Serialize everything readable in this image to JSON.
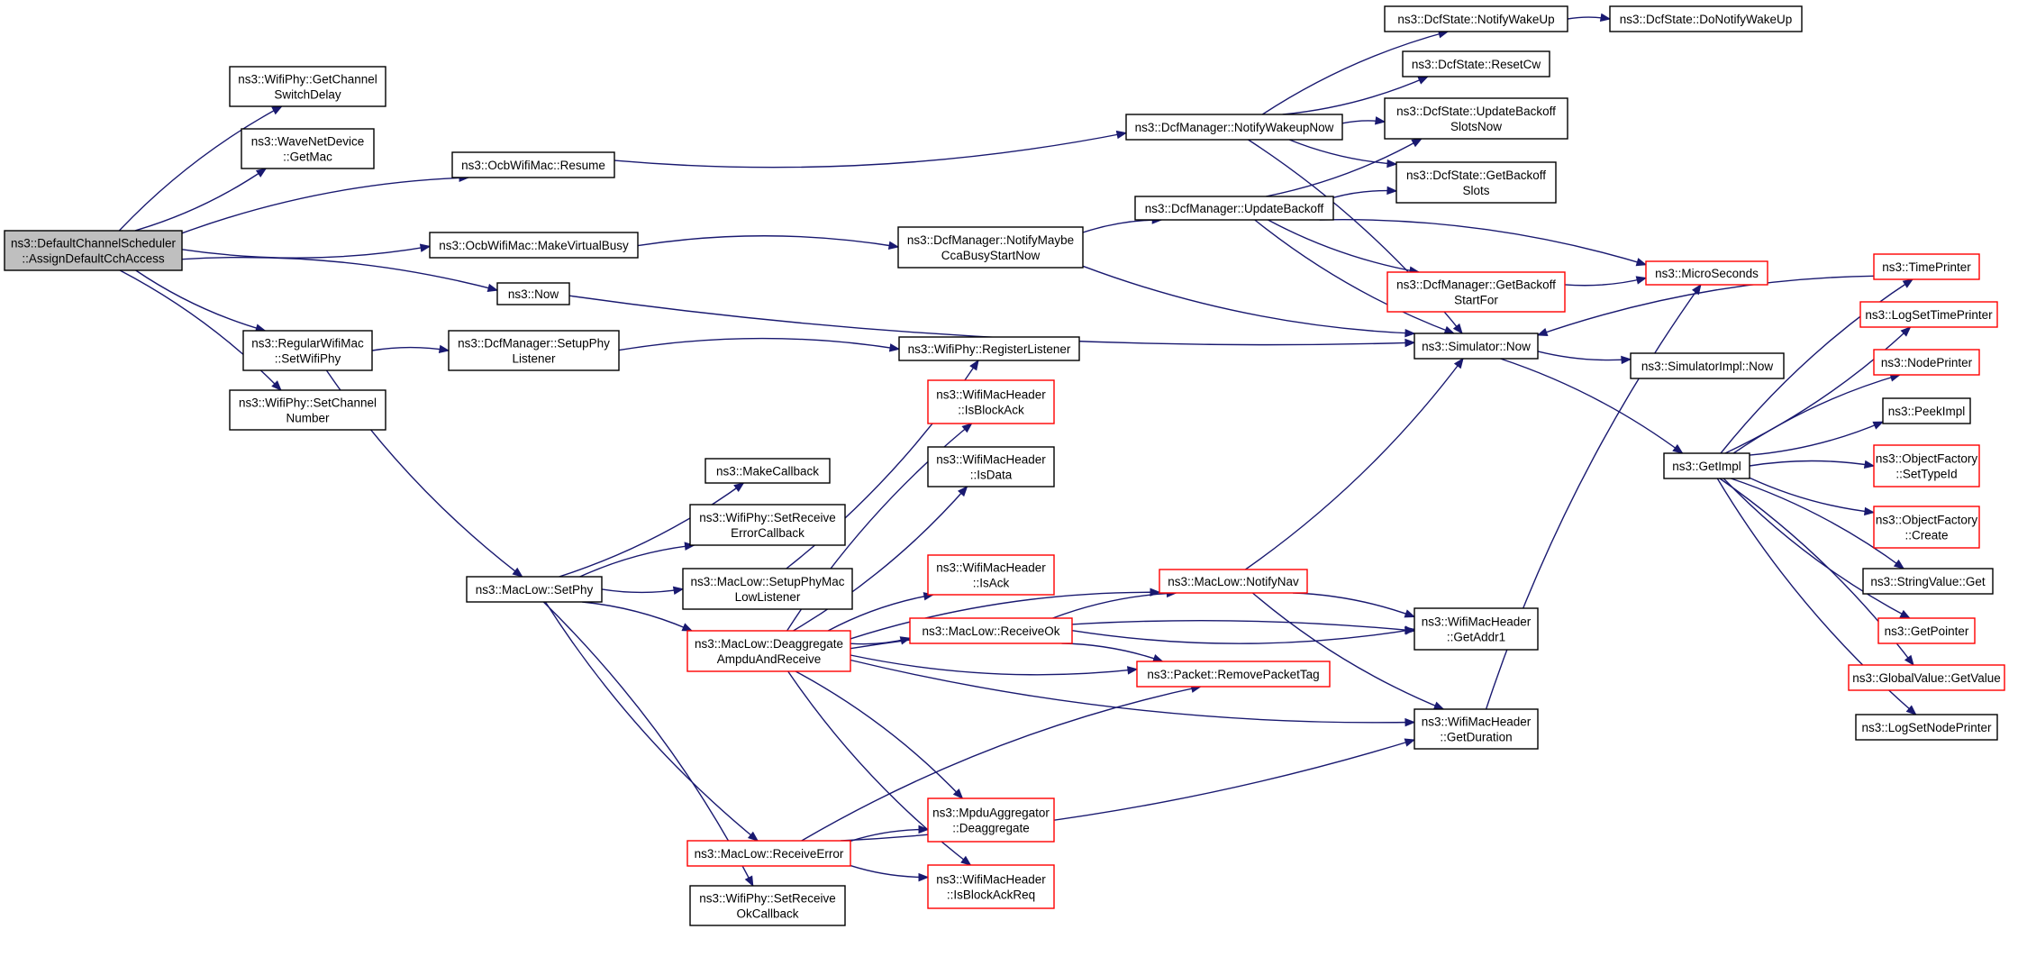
{
  "colors": {
    "edge": "#191970",
    "box_border_default": "#000000",
    "box_border_truncated": "#ff0000",
    "box_fill_default": "#ffffff",
    "box_fill_root": "#bfbfbf"
  },
  "nodes": [
    {
      "id": "root",
      "lines": [
        "ns3::DefaultChannelScheduler",
        "::AssignDefaultCchAccess"
      ],
      "style": "root"
    },
    {
      "id": "getChannelSwitchDelay",
      "lines": [
        "ns3::WifiPhy::GetChannel",
        "SwitchDelay"
      ],
      "style": "normal"
    },
    {
      "id": "waveGetMac",
      "lines": [
        "ns3::WaveNetDevice",
        "::GetMac"
      ],
      "style": "normal"
    },
    {
      "id": "regularSetWifiPhy",
      "lines": [
        "ns3::RegularWifiMac",
        "::SetWifiPhy"
      ],
      "style": "normal"
    },
    {
      "id": "setChannelNumber",
      "lines": [
        "ns3::WifiPhy::SetChannel",
        "Number"
      ],
      "style": "normal"
    },
    {
      "id": "ocbResume",
      "lines": [
        "ns3::OcbWifiMac::Resume"
      ],
      "style": "normal"
    },
    {
      "id": "ocbMakeVirtualBusy",
      "lines": [
        "ns3::OcbWifiMac::MakeVirtualBusy"
      ],
      "style": "normal"
    },
    {
      "id": "now",
      "lines": [
        "ns3::Now"
      ],
      "style": "normal"
    },
    {
      "id": "dcfSetupPhyListener",
      "lines": [
        "ns3::DcfManager::SetupPhy",
        "Listener"
      ],
      "style": "normal"
    },
    {
      "id": "macLowSetPhy",
      "lines": [
        "ns3::MacLow::SetPhy"
      ],
      "style": "normal"
    },
    {
      "id": "makeCallback",
      "lines": [
        "ns3::MakeCallback"
      ],
      "style": "normal"
    },
    {
      "id": "setReceiveErrorCallback",
      "lines": [
        "ns3::WifiPhy::SetReceive",
        "ErrorCallback"
      ],
      "style": "normal"
    },
    {
      "id": "setupPhyMacLowListener",
      "lines": [
        "ns3::MacLow::SetupPhyMac",
        "LowListener"
      ],
      "style": "normal"
    },
    {
      "id": "deaggregateAmpdu",
      "lines": [
        "ns3::MacLow::Deaggregate",
        "AmpduAndReceive"
      ],
      "style": "truncated"
    },
    {
      "id": "receiveError",
      "lines": [
        "ns3::MacLow::ReceiveError"
      ],
      "style": "truncated"
    },
    {
      "id": "setReceiveOkCallback",
      "lines": [
        "ns3::WifiPhy::SetReceive",
        "OkCallback"
      ],
      "style": "normal"
    },
    {
      "id": "registerListener",
      "lines": [
        "ns3::WifiPhy::RegisterListener"
      ],
      "style": "normal"
    },
    {
      "id": "isBlockAck",
      "lines": [
        "ns3::WifiMacHeader",
        "::IsBlockAck"
      ],
      "style": "truncated"
    },
    {
      "id": "isData",
      "lines": [
        "ns3::WifiMacHeader",
        "::IsData"
      ],
      "style": "normal"
    },
    {
      "id": "isAck",
      "lines": [
        "ns3::WifiMacHeader",
        "::IsAck"
      ],
      "style": "truncated"
    },
    {
      "id": "receiveOk",
      "lines": [
        "ns3::MacLow::ReceiveOk"
      ],
      "style": "truncated"
    },
    {
      "id": "mpduDeaggregate",
      "lines": [
        "ns3::MpduAggregator",
        "::Deaggregate"
      ],
      "style": "truncated"
    },
    {
      "id": "isBlockAckReq",
      "lines": [
        "ns3::WifiMacHeader",
        "::IsBlockAckReq"
      ],
      "style": "truncated"
    },
    {
      "id": "notifyMaybeCcaBusy",
      "lines": [
        "ns3::DcfManager::NotifyMaybe",
        "CcaBusyStartNow"
      ],
      "style": "normal"
    },
    {
      "id": "notifyWakeupNow",
      "lines": [
        "ns3::DcfManager::NotifyWakeupNow"
      ],
      "style": "normal"
    },
    {
      "id": "updateBackoff",
      "lines": [
        "ns3::DcfManager::UpdateBackoff"
      ],
      "style": "normal"
    },
    {
      "id": "notifyNav",
      "lines": [
        "ns3::MacLow::NotifyNav"
      ],
      "style": "truncated"
    },
    {
      "id": "removePacketTag",
      "lines": [
        "ns3::Packet::RemovePacketTag"
      ],
      "style": "truncated"
    },
    {
      "id": "dcfNotifyWakeUp",
      "lines": [
        "ns3::DcfState::NotifyWakeUp"
      ],
      "style": "normal"
    },
    {
      "id": "dcfResetCw",
      "lines": [
        "ns3::DcfState::ResetCw"
      ],
      "style": "normal"
    },
    {
      "id": "dcfUpdateBackoffSlotsNow",
      "lines": [
        "ns3::DcfState::UpdateBackoff",
        "SlotsNow"
      ],
      "style": "normal"
    },
    {
      "id": "dcfGetBackoffSlots",
      "lines": [
        "ns3::DcfState::GetBackoff",
        "Slots"
      ],
      "style": "normal"
    },
    {
      "id": "getBackoffStartFor",
      "lines": [
        "ns3::DcfManager::GetBackoff",
        "StartFor"
      ],
      "style": "truncated"
    },
    {
      "id": "simulatorNow",
      "lines": [
        "ns3::Simulator::Now"
      ],
      "style": "normal"
    },
    {
      "id": "getAddr1",
      "lines": [
        "ns3::WifiMacHeader",
        "::GetAddr1"
      ],
      "style": "normal"
    },
    {
      "id": "getDuration",
      "lines": [
        "ns3::WifiMacHeader",
        "::GetDuration"
      ],
      "style": "normal"
    },
    {
      "id": "dcfDoNotifyWakeUp",
      "lines": [
        "ns3::DcfState::DoNotifyWakeUp"
      ],
      "style": "normal"
    },
    {
      "id": "microSeconds",
      "lines": [
        "ns3::MicroSeconds"
      ],
      "style": "truncated"
    },
    {
      "id": "simulatorImplNow",
      "lines": [
        "ns3::SimulatorImpl::Now"
      ],
      "style": "normal"
    },
    {
      "id": "getImpl",
      "lines": [
        "ns3::GetImpl"
      ],
      "style": "normal"
    },
    {
      "id": "timePrinter",
      "lines": [
        "ns3::TimePrinter"
      ],
      "style": "truncated"
    },
    {
      "id": "logSetTimePrinter",
      "lines": [
        "ns3::LogSetTimePrinter"
      ],
      "style": "truncated"
    },
    {
      "id": "nodePrinter",
      "lines": [
        "ns3::NodePrinter"
      ],
      "style": "truncated"
    },
    {
      "id": "peekImpl",
      "lines": [
        "ns3::PeekImpl"
      ],
      "style": "normal"
    },
    {
      "id": "objectFactorySetTypeId",
      "lines": [
        "ns3::ObjectFactory",
        "::SetTypeId"
      ],
      "style": "truncated"
    },
    {
      "id": "objectFactoryCreate",
      "lines": [
        "ns3::ObjectFactory",
        "::Create"
      ],
      "style": "truncated"
    },
    {
      "id": "stringValueGet",
      "lines": [
        "ns3::StringValue::Get"
      ],
      "style": "normal"
    },
    {
      "id": "getPointer",
      "lines": [
        "ns3::GetPointer"
      ],
      "style": "truncated"
    },
    {
      "id": "globalValueGetValue",
      "lines": [
        "ns3::GlobalValue::GetValue"
      ],
      "style": "truncated"
    },
    {
      "id": "logSetNodePrinter",
      "lines": [
        "ns3::LogSetNodePrinter"
      ],
      "style": "normal"
    }
  ],
  "edges": [
    [
      "root",
      "getChannelSwitchDelay"
    ],
    [
      "root",
      "waveGetMac"
    ],
    [
      "root",
      "ocbResume"
    ],
    [
      "root",
      "ocbMakeVirtualBusy"
    ],
    [
      "root",
      "now"
    ],
    [
      "root",
      "regularSetWifiPhy"
    ],
    [
      "root",
      "setChannelNumber"
    ],
    [
      "ocbResume",
      "notifyWakeupNow"
    ],
    [
      "ocbMakeVirtualBusy",
      "notifyMaybeCcaBusy"
    ],
    [
      "now",
      "simulatorNow"
    ],
    [
      "regularSetWifiPhy",
      "dcfSetupPhyListener"
    ],
    [
      "regularSetWifiPhy",
      "macLowSetPhy"
    ],
    [
      "dcfSetupPhyListener",
      "registerListener"
    ],
    [
      "macLowSetPhy",
      "makeCallback"
    ],
    [
      "macLowSetPhy",
      "setReceiveErrorCallback"
    ],
    [
      "macLowSetPhy",
      "setupPhyMacLowListener"
    ],
    [
      "macLowSetPhy",
      "deaggregateAmpdu"
    ],
    [
      "macLowSetPhy",
      "receiveError"
    ],
    [
      "macLowSetPhy",
      "setReceiveOkCallback"
    ],
    [
      "setupPhyMacLowListener",
      "registerListener"
    ],
    [
      "deaggregateAmpdu",
      "isBlockAck"
    ],
    [
      "deaggregateAmpdu",
      "isData"
    ],
    [
      "deaggregateAmpdu",
      "isAck"
    ],
    [
      "deaggregateAmpdu",
      "receiveOk"
    ],
    [
      "deaggregateAmpdu",
      "notifyNav"
    ],
    [
      "deaggregateAmpdu",
      "removePacketTag"
    ],
    [
      "deaggregateAmpdu",
      "getAddr1"
    ],
    [
      "deaggregateAmpdu",
      "getDuration"
    ],
    [
      "deaggregateAmpdu",
      "mpduDeaggregate"
    ],
    [
      "deaggregateAmpdu",
      "isBlockAckReq"
    ],
    [
      "receiveError",
      "mpduDeaggregate"
    ],
    [
      "receiveError",
      "isBlockAckReq"
    ],
    [
      "receiveError",
      "removePacketTag"
    ],
    [
      "receiveError",
      "getDuration"
    ],
    [
      "receiveOk",
      "notifyNav"
    ],
    [
      "receiveOk",
      "getAddr1"
    ],
    [
      "receiveOk",
      "removePacketTag"
    ],
    [
      "notifyNav",
      "simulatorNow"
    ],
    [
      "notifyNav",
      "getAddr1"
    ],
    [
      "notifyNav",
      "getDuration"
    ],
    [
      "notifyMaybeCcaBusy",
      "updateBackoff"
    ],
    [
      "notifyMaybeCcaBusy",
      "simulatorNow"
    ],
    [
      "notifyWakeupNow",
      "dcfNotifyWakeUp"
    ],
    [
      "notifyWakeupNow",
      "dcfResetCw"
    ],
    [
      "notifyWakeupNow",
      "dcfUpdateBackoffSlotsNow"
    ],
    [
      "notifyWakeupNow",
      "dcfGetBackoffSlots"
    ],
    [
      "notifyWakeupNow",
      "simulatorNow"
    ],
    [
      "updateBackoff",
      "dcfUpdateBackoffSlotsNow"
    ],
    [
      "updateBackoff",
      "dcfGetBackoffSlots"
    ],
    [
      "updateBackoff",
      "getBackoffStartFor"
    ],
    [
      "updateBackoff",
      "microSeconds"
    ],
    [
      "updateBackoff",
      "simulatorNow"
    ],
    [
      "dcfNotifyWakeUp",
      "dcfDoNotifyWakeUp"
    ],
    [
      "getBackoffStartFor",
      "microSeconds"
    ],
    [
      "getDuration",
      "microSeconds"
    ],
    [
      "simulatorNow",
      "simulatorImplNow"
    ],
    [
      "simulatorNow",
      "getImpl"
    ],
    [
      "timePrinter",
      "simulatorNow"
    ],
    [
      "getImpl",
      "timePrinter"
    ],
    [
      "getImpl",
      "logSetTimePrinter"
    ],
    [
      "getImpl",
      "nodePrinter"
    ],
    [
      "getImpl",
      "peekImpl"
    ],
    [
      "getImpl",
      "objectFactorySetTypeId"
    ],
    [
      "getImpl",
      "objectFactoryCreate"
    ],
    [
      "getImpl",
      "stringValueGet"
    ],
    [
      "getImpl",
      "getPointer"
    ],
    [
      "getImpl",
      "globalValueGetValue"
    ],
    [
      "getImpl",
      "logSetNodePrinter"
    ]
  ]
}
